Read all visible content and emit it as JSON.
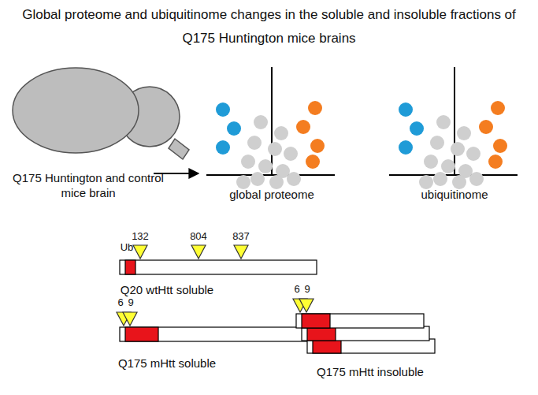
{
  "diagram": {
    "title": "Global proteome and ubiquitinome changes in the soluble and insoluble fractions of Q175 Huntington mice brains",
    "labels": [
      "Q175 Huntington and control mice brain",
      "global proteome",
      "ubiquitinome",
      "Ub",
      "132",
      "804",
      "837",
      "Q20 wtHtt soluble",
      "6",
      "9",
      "Q175 mHtt soluble",
      "6",
      "9",
      "Q175 mHtt insoluble"
    ]
  }
}
